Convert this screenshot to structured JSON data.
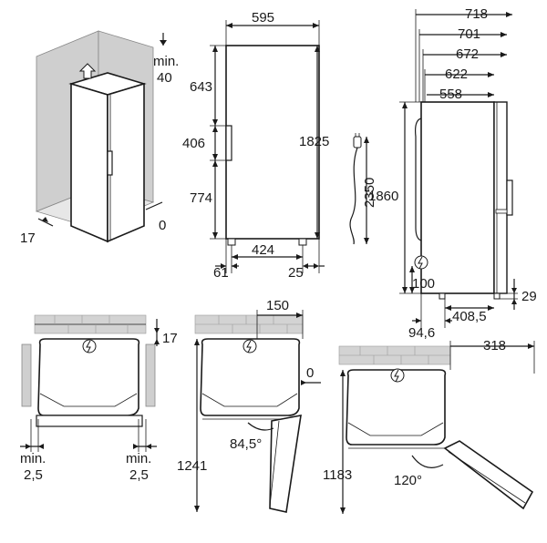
{
  "labels": {
    "min_top": "min.",
    "min_top_value": "40",
    "left_gap": "17",
    "right_gap": "0",
    "width": "595",
    "upper_hinge": "643",
    "handle": "406",
    "lower_hinge": "774",
    "height": "1825",
    "foot_span": "424",
    "foot_left": "61",
    "foot_right": "25",
    "cable": "2350",
    "depth_718": "718",
    "depth_701": "701",
    "depth_672": "672",
    "depth_622": "622",
    "depth_558": "558",
    "side_height": "1860",
    "socket_height": "100",
    "foot_height": "29",
    "foot_depth": "408,5",
    "foot_offset": "94,6",
    "plan1_top": "17",
    "plan1_left_min": "min.",
    "plan1_left_val": "2,5",
    "plan1_right_min": "min.",
    "plan1_right_val": "2,5",
    "plan2_offset": "150",
    "plan2_gap": "0",
    "plan2_angle": "84,5°",
    "plan2_depth": "1241",
    "plan3_offset": "318",
    "plan3_depth": "1183",
    "plan3_angle": "120°"
  },
  "colors": {
    "line": "#1a1a1a",
    "wall": "#cfcfcf",
    "brick": "#d3d3d3"
  },
  "icons": [
    "arrow-up-icon",
    "plug-icon",
    "electric-symbol-icon"
  ]
}
